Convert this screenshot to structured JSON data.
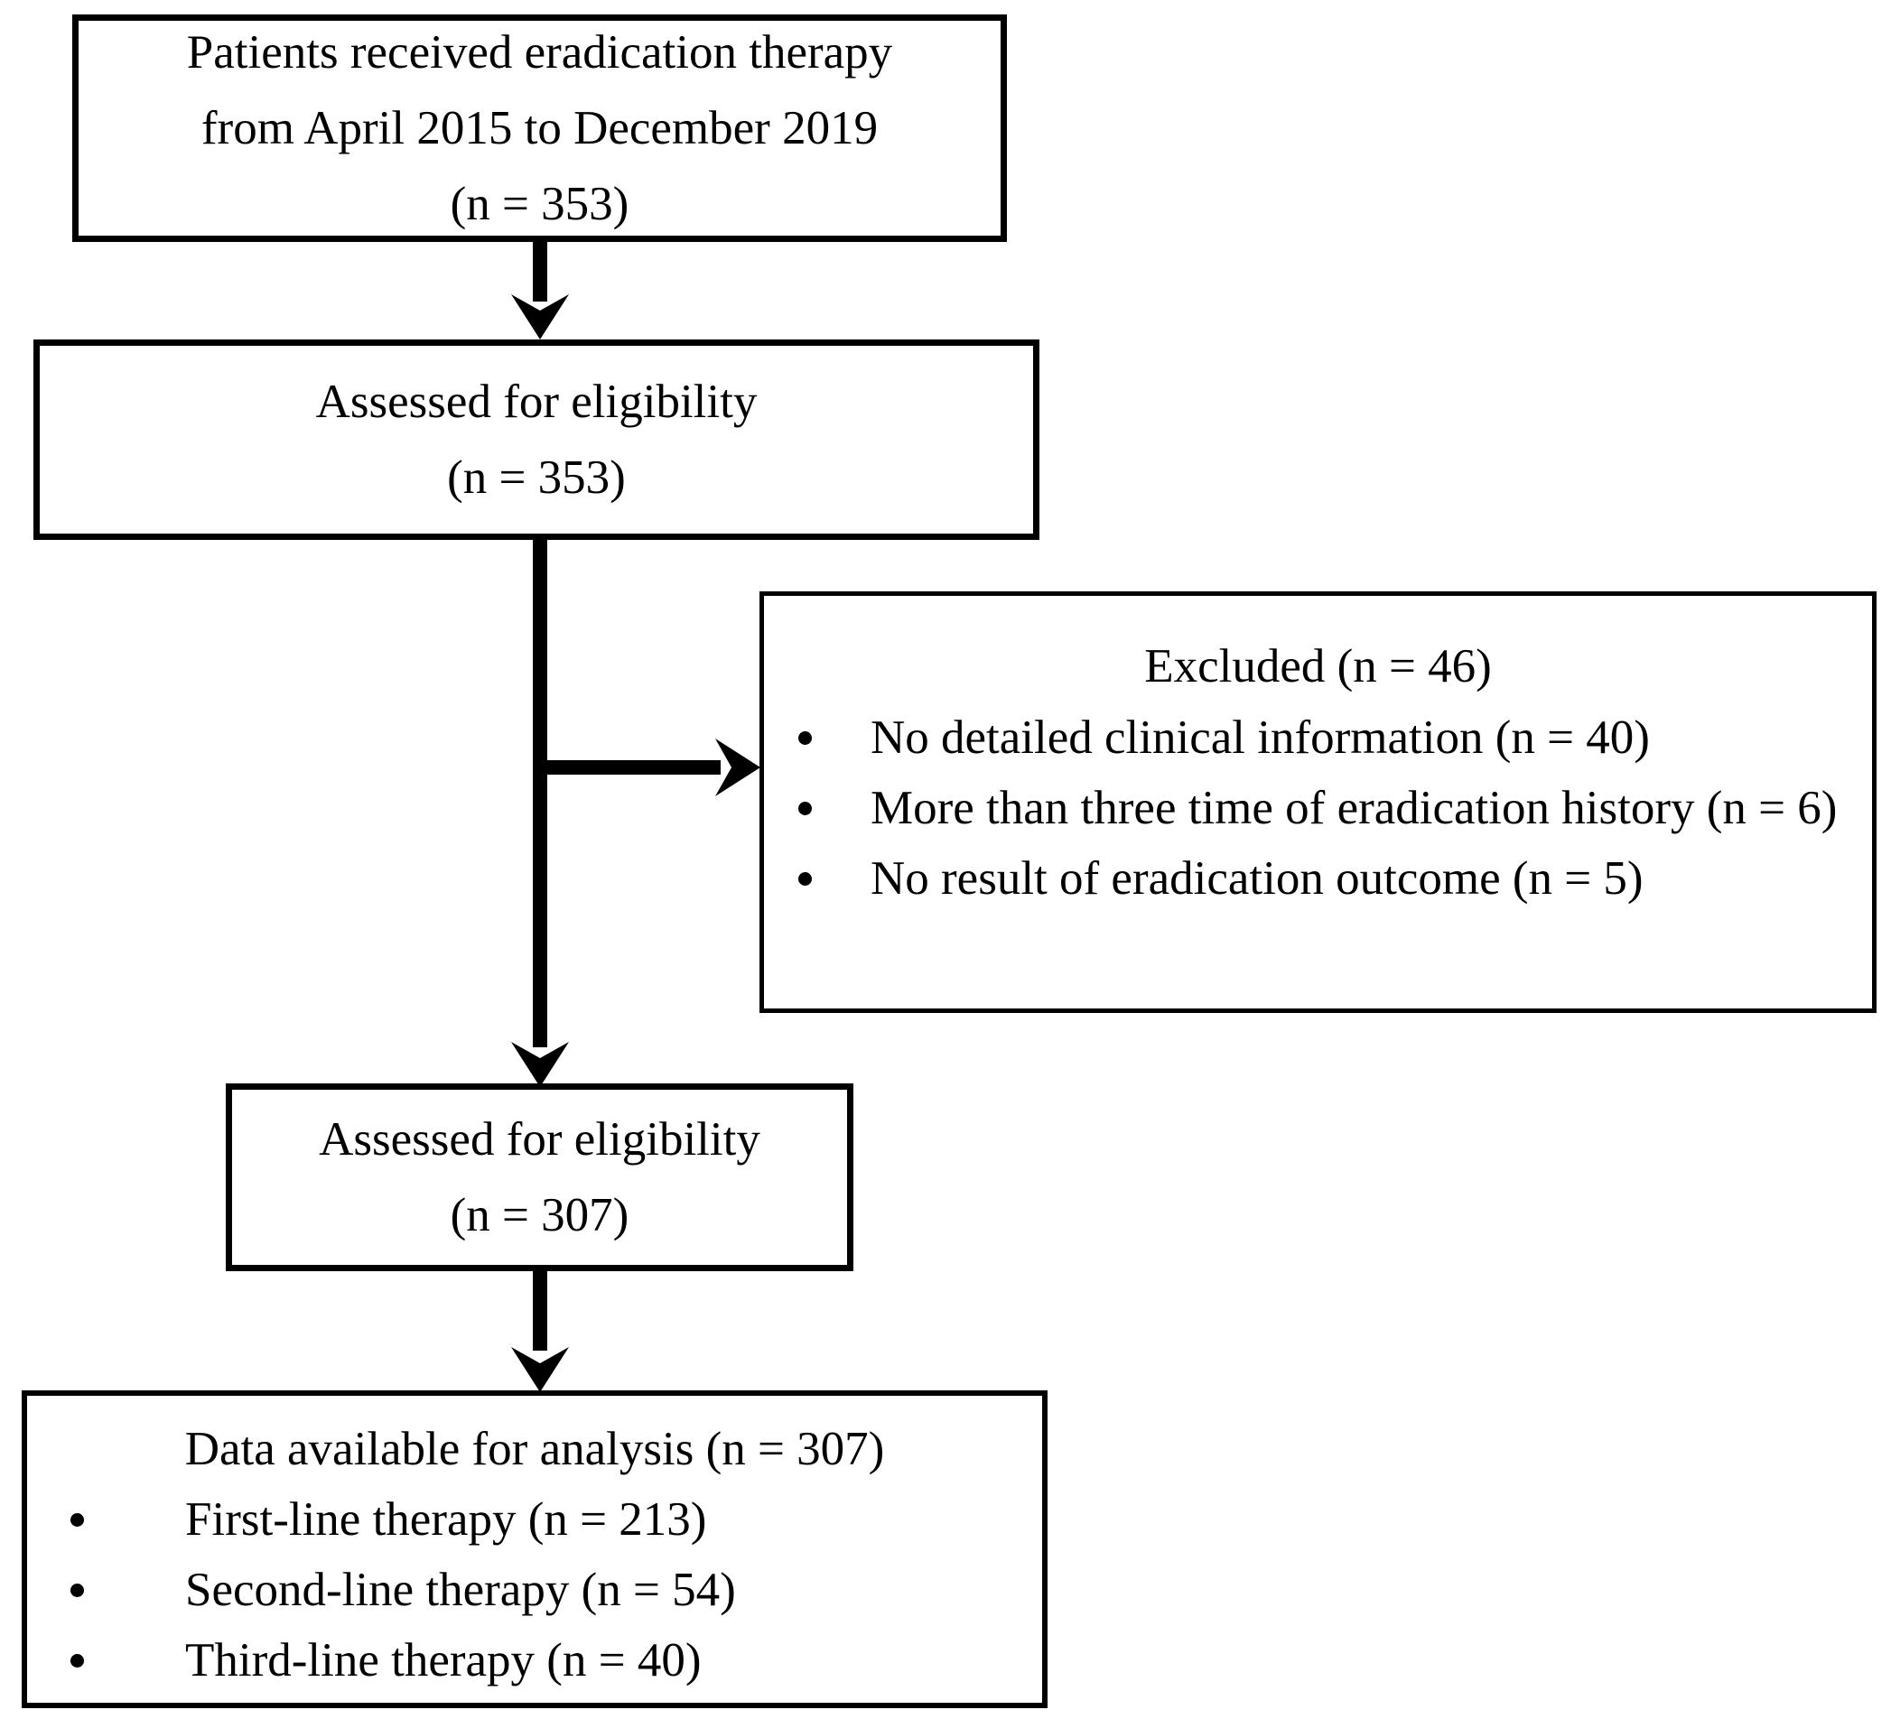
{
  "colors": {
    "background": "#ffffff",
    "line": "#000000",
    "text": "#000000"
  },
  "flow": {
    "enrollment": {
      "lines": [
        "Patients received eradication therapy",
        "from April 2015 to December 2019",
        "(n = 353)"
      ]
    },
    "assessed_first": {
      "lines": [
        "Assessed for eligibility",
        "(n = 353)"
      ]
    },
    "excluded": {
      "title": "Excluded (n = 46)",
      "items": [
        "No detailed clinical information (n = 40)",
        "More than three time of eradication history (n = 6)",
        "No result of eradication outcome (n = 5)"
      ]
    },
    "assessed_second": {
      "lines": [
        "Assessed for eligibility",
        "(n = 307)"
      ]
    },
    "analysis": {
      "title": "Data available for analysis (n = 307)",
      "items": [
        "First-line therapy (n = 213)",
        "Second-line therapy (n = 54)",
        "Third-line therapy (n = 40)"
      ]
    }
  }
}
